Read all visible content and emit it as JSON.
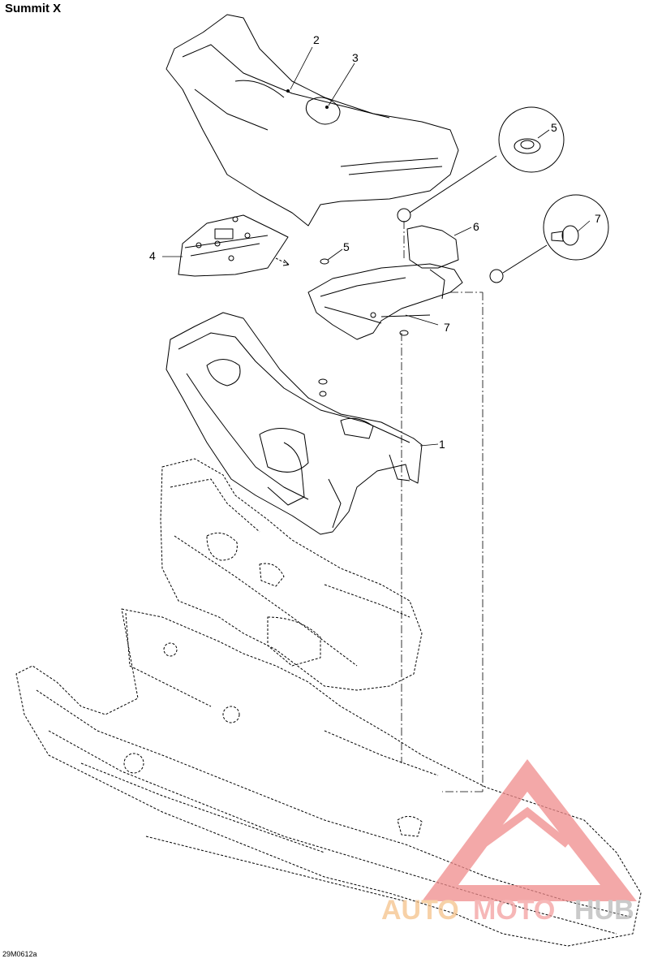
{
  "title": "Summit X",
  "drawing_code": "29M0612a",
  "callouts": {
    "c1": "1",
    "c2": "2",
    "c3": "3",
    "c4": "4",
    "c5a": "5",
    "c5b": "5",
    "c6": "6",
    "c7a": "7",
    "c7b": "7"
  },
  "watermark": {
    "part1": "AUTO",
    "part2": "MOTO",
    "part3": "HUB",
    "colors": {
      "auto": "#f5c28a",
      "moto": "#f4a0a0",
      "hub": "#b9b9b9",
      "triangle": "#f08c8c"
    }
  }
}
